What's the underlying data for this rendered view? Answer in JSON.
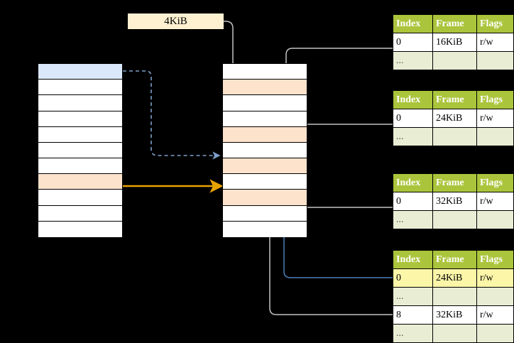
{
  "diagram": {
    "title_tag": {
      "label": "4KiB"
    },
    "virtual_column": {
      "name": "virtual-address-space",
      "rows": [
        {
          "id": "v0",
          "fill": "blue"
        },
        {
          "id": "v1",
          "fill": "white"
        },
        {
          "id": "v2",
          "fill": "white"
        },
        {
          "id": "v3",
          "fill": "white"
        },
        {
          "id": "v4",
          "fill": "white"
        },
        {
          "id": "v5",
          "fill": "white"
        },
        {
          "id": "v6",
          "fill": "white"
        },
        {
          "id": "v7",
          "fill": "orange"
        },
        {
          "id": "v8",
          "fill": "white"
        },
        {
          "id": "v9",
          "fill": "white"
        },
        {
          "id": "v10",
          "fill": "white"
        }
      ]
    },
    "physical_column": {
      "name": "physical-memory",
      "rows": [
        {
          "id": "p0",
          "fill": "white"
        },
        {
          "id": "p1",
          "fill": "orange"
        },
        {
          "id": "p2",
          "fill": "white"
        },
        {
          "id": "p3",
          "fill": "white"
        },
        {
          "id": "p4",
          "fill": "orange"
        },
        {
          "id": "p5",
          "fill": "white"
        },
        {
          "id": "p6",
          "fill": "orange"
        },
        {
          "id": "p7",
          "fill": "white"
        },
        {
          "id": "p8",
          "fill": "orange"
        },
        {
          "id": "p9",
          "fill": "white"
        },
        {
          "id": "p10",
          "fill": "white"
        }
      ]
    },
    "tables": [
      {
        "id": "page-table-1",
        "headers": [
          "Index",
          "Frame",
          "Flags"
        ],
        "rows": [
          {
            "cells": [
              "0",
              "16KiB",
              "r/w"
            ],
            "style": "normal"
          },
          {
            "cells": [
              "...",
              "",
              ""
            ],
            "style": "ellipsis"
          }
        ]
      },
      {
        "id": "page-table-2",
        "headers": [
          "Index",
          "Frame",
          "Flags"
        ],
        "rows": [
          {
            "cells": [
              "0",
              "24KiB",
              "r/w"
            ],
            "style": "normal"
          },
          {
            "cells": [
              "...",
              "",
              ""
            ],
            "style": "ellipsis"
          }
        ]
      },
      {
        "id": "page-table-3",
        "headers": [
          "Index",
          "Frame",
          "Flags"
        ],
        "rows": [
          {
            "cells": [
              "0",
              "32KiB",
              "r/w"
            ],
            "style": "normal"
          },
          {
            "cells": [
              "...",
              "",
              ""
            ],
            "style": "ellipsis"
          }
        ]
      },
      {
        "id": "page-table-4",
        "headers": [
          "Index",
          "Frame",
          "Flags"
        ],
        "rows": [
          {
            "cells": [
              "0",
              "24KiB",
              "r/w"
            ],
            "style": "highlight"
          },
          {
            "cells": [
              "...",
              "",
              ""
            ],
            "style": "ellipsis"
          },
          {
            "cells": [
              "8",
              "32KiB",
              "r/w"
            ],
            "style": "normal"
          },
          {
            "cells": [
              "...",
              "",
              ""
            ],
            "style": "ellipsis"
          }
        ]
      }
    ],
    "colors": {
      "header_green": "#aac53c",
      "ellipsis_row": "#e8edd4",
      "highlight_yellow": "#fbf6a8",
      "orange_fill": "#fde2cc",
      "blue_fill": "#dbe8fb",
      "tag_fill": "#fdf1d2",
      "orange_arrow": "#e8a200",
      "blue_arrow": "#5b8dc8",
      "gray_arrow": "#c0c0c0",
      "background": "#000000"
    }
  }
}
